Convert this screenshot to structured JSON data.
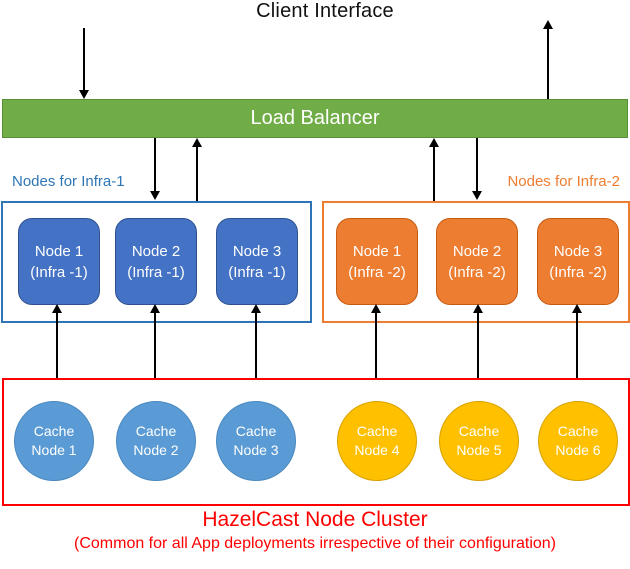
{
  "title": "Client Interface",
  "load_balancer": {
    "label": "Load Balancer"
  },
  "infra1": {
    "label": "Nodes for Infra-1",
    "nodes": [
      {
        "line1": "Node 1",
        "line2": "(Infra -1)"
      },
      {
        "line1": "Node 2",
        "line2": "(Infra -1)"
      },
      {
        "line1": "Node 3",
        "line2": "(Infra -1)"
      }
    ]
  },
  "infra2": {
    "label": "Nodes for Infra-2",
    "nodes": [
      {
        "line1": "Node 1",
        "line2": "(Infra -2)"
      },
      {
        "line1": "Node 2",
        "line2": "(Infra -2)"
      },
      {
        "line1": "Node 3",
        "line2": "(Infra -2)"
      }
    ]
  },
  "cache_cluster": {
    "title": "HazelCast Node Cluster",
    "subtitle": "(Common for all App deployments irrespective of their configuration)",
    "blue_nodes": [
      {
        "line1": "Cache",
        "line2": "Node 1"
      },
      {
        "line1": "Cache",
        "line2": "Node 2"
      },
      {
        "line1": "Cache",
        "line2": "Node 3"
      }
    ],
    "gold_nodes": [
      {
        "line1": "Cache",
        "line2": "Node 4"
      },
      {
        "line1": "Cache",
        "line2": "Node 5"
      },
      {
        "line1": "Cache",
        "line2": "Node 6"
      }
    ]
  },
  "colors": {
    "load_balancer_green": "#70AD47",
    "infra1_node_blue": "#4472C4",
    "infra1_border_blue": "#2E75B6",
    "infra2_orange": "#ED7D31",
    "cache_blue": "#5B9BD5",
    "cache_gold": "#FFC000",
    "cluster_red": "#FF0000",
    "arrow_black": "#000000"
  }
}
